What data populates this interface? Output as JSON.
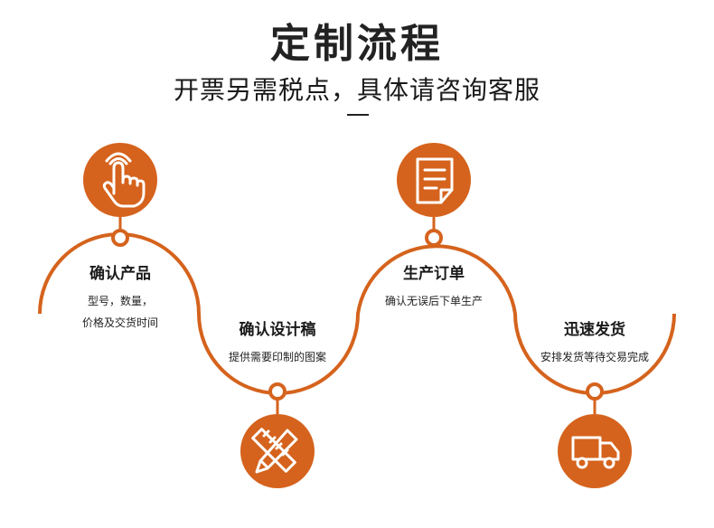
{
  "header": {
    "title": "定制流程",
    "subtitle": "开票另需税点，具体请咨询客服"
  },
  "colors": {
    "accent": "#d5631d",
    "text": "#1a1a1a"
  },
  "steps": [
    {
      "title": "确认产品",
      "desc_line1": "型号，数量，",
      "desc_line2": "价格及交货时间",
      "icon": "hand-pointer-icon"
    },
    {
      "title": "确认设计稿",
      "desc_line1": "提供需要印制的图案",
      "icon": "pencil-ruler-icon"
    },
    {
      "title": "生产订单",
      "desc_line1": "确认无误后下单生产",
      "icon": "document-icon"
    },
    {
      "title": "迅速发货",
      "desc_line1": "安排发货等待交易完成",
      "icon": "delivery-truck-icon"
    }
  ]
}
